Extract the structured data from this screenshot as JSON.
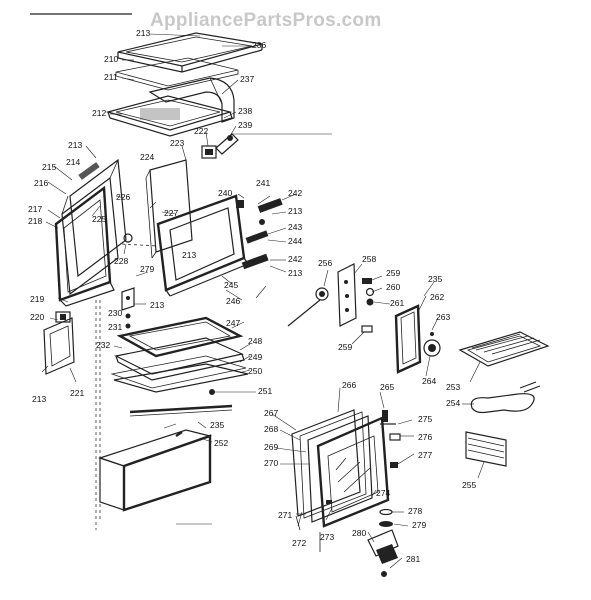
{
  "watermark": "AppliancePartsPros.com",
  "labels": [
    {
      "id": "l213a",
      "text": "213"
    },
    {
      "id": "l236",
      "text": "236"
    },
    {
      "id": "l210",
      "text": "210"
    },
    {
      "id": "l211",
      "text": "211"
    },
    {
      "id": "l237",
      "text": "237"
    },
    {
      "id": "l212",
      "text": "212"
    },
    {
      "id": "l238",
      "text": "238"
    },
    {
      "id": "l239",
      "text": "239"
    },
    {
      "id": "l222",
      "text": "222"
    },
    {
      "id": "l223",
      "text": "223"
    },
    {
      "id": "l213b",
      "text": "213"
    },
    {
      "id": "l224",
      "text": "224"
    },
    {
      "id": "l214",
      "text": "214"
    },
    {
      "id": "l215",
      "text": "215"
    },
    {
      "id": "l216",
      "text": "216"
    },
    {
      "id": "l226",
      "text": "226"
    },
    {
      "id": "l240",
      "text": "240"
    },
    {
      "id": "l241",
      "text": "241"
    },
    {
      "id": "l242a",
      "text": "242"
    },
    {
      "id": "l217",
      "text": "217"
    },
    {
      "id": "l225",
      "text": "225"
    },
    {
      "id": "l227",
      "text": "227"
    },
    {
      "id": "l213c",
      "text": "213"
    },
    {
      "id": "l218",
      "text": "218"
    },
    {
      "id": "l243",
      "text": "243"
    },
    {
      "id": "l244",
      "text": "244"
    },
    {
      "id": "l228",
      "text": "228"
    },
    {
      "id": "l213d",
      "text": "213"
    },
    {
      "id": "l242b",
      "text": "242"
    },
    {
      "id": "l279",
      "text": "279"
    },
    {
      "id": "l213e",
      "text": "213"
    },
    {
      "id": "l256",
      "text": "256"
    },
    {
      "id": "l258",
      "text": "258"
    },
    {
      "id": "l259a",
      "text": "259"
    },
    {
      "id": "l235a",
      "text": "235"
    },
    {
      "id": "l260",
      "text": "260"
    },
    {
      "id": "l262",
      "text": "262"
    },
    {
      "id": "l245",
      "text": "245"
    },
    {
      "id": "l261",
      "text": "261"
    },
    {
      "id": "l246",
      "text": "246"
    },
    {
      "id": "l219",
      "text": "219"
    },
    {
      "id": "l230",
      "text": "230"
    },
    {
      "id": "l213f",
      "text": "213"
    },
    {
      "id": "l220",
      "text": "220"
    },
    {
      "id": "l231",
      "text": "231"
    },
    {
      "id": "l247",
      "text": "247"
    },
    {
      "id": "l263",
      "text": "263"
    },
    {
      "id": "l259b",
      "text": "259"
    },
    {
      "id": "l248",
      "text": "248"
    },
    {
      "id": "l232",
      "text": "232"
    },
    {
      "id": "l249",
      "text": "249"
    },
    {
      "id": "l264",
      "text": "264"
    },
    {
      "id": "l250",
      "text": "250"
    },
    {
      "id": "l253",
      "text": "253"
    },
    {
      "id": "l213g",
      "text": "213"
    },
    {
      "id": "l221",
      "text": "221"
    },
    {
      "id": "l251",
      "text": "251"
    },
    {
      "id": "l266",
      "text": "266"
    },
    {
      "id": "l265",
      "text": "265"
    },
    {
      "id": "l254",
      "text": "254"
    },
    {
      "id": "l267",
      "text": "267"
    },
    {
      "id": "l275",
      "text": "275"
    },
    {
      "id": "l235b",
      "text": "235"
    },
    {
      "id": "l268",
      "text": "268"
    },
    {
      "id": "l276",
      "text": "276"
    },
    {
      "id": "l252",
      "text": "252"
    },
    {
      "id": "l269",
      "text": "269"
    },
    {
      "id": "l277",
      "text": "277"
    },
    {
      "id": "l270",
      "text": "270"
    },
    {
      "id": "l255",
      "text": "255"
    },
    {
      "id": "l274",
      "text": "274"
    },
    {
      "id": "l278",
      "text": "278"
    },
    {
      "id": "l271",
      "text": "271"
    },
    {
      "id": "l279b",
      "text": "279"
    },
    {
      "id": "l272",
      "text": "272"
    },
    {
      "id": "l273",
      "text": "273"
    },
    {
      "id": "l280",
      "text": "280"
    },
    {
      "id": "l281",
      "text": "281"
    }
  ]
}
